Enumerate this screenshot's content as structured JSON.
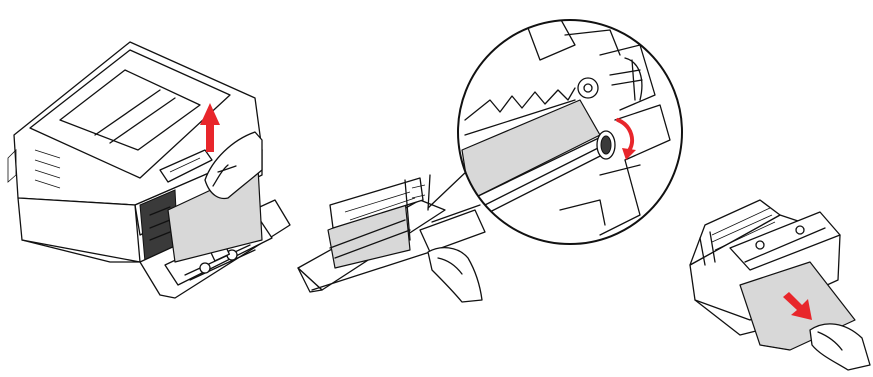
{
  "figure": {
    "panels": [
      "printer-open-front-cover",
      "fuser-unit-detail",
      "paper-removal"
    ],
    "colors": {
      "arrow": "#e8262b",
      "paper": "#d8d8d8",
      "line": "#111111",
      "background": "#ffffff"
    },
    "icons": [
      "up-arrow-icon",
      "rotate-arrow-icon",
      "pull-arrow-icon",
      "hand-icon"
    ]
  }
}
